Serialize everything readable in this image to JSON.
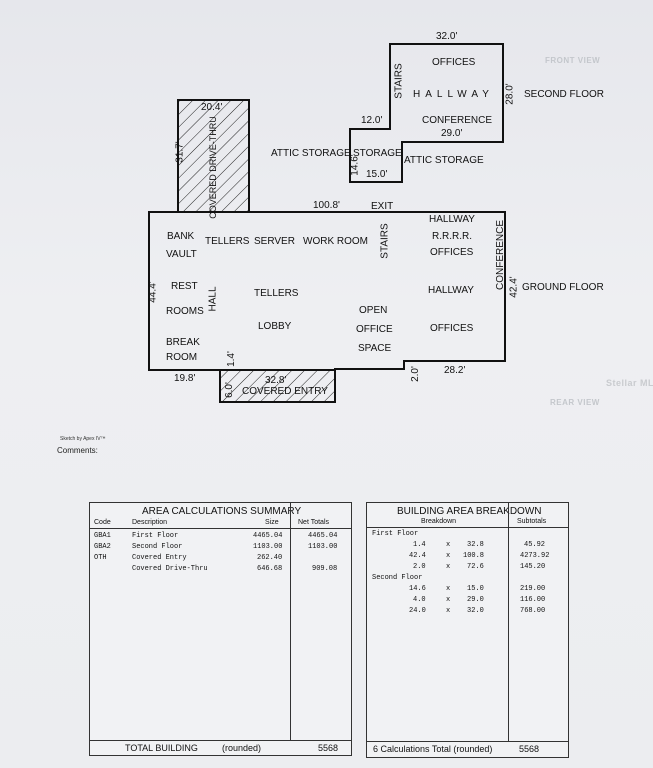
{
  "watermarks": {
    "top_right": "FRONT VIEW",
    "right_mid": "Stellar MLS",
    "bottom_right": "REAR VIEW"
  },
  "sketch": {
    "second_floor": {
      "dim_top": "32.0'",
      "offices": "OFFICES",
      "stairs": "STAIRS",
      "hallway": "HALLWAY",
      "dim_right": "28.0'",
      "floor_label": "SECOND FLOOR",
      "dim_step": "12.0'",
      "conference": "CONFERENCE",
      "dim_29": "29.0'",
      "attic_left": "ATTIC STORAGE",
      "storage": "STORAGE",
      "attic_right": "ATTIC STORAGE",
      "dim_146": "14.6'",
      "dim_15": "15.0'"
    },
    "drive_thru": {
      "dim_top": "20.4'",
      "dim_side": "31.7'",
      "label": "COVERED DRIVE-THRU"
    },
    "ground_floor": {
      "dim_top": "100.8'",
      "exit": "EXIT",
      "hallway_top": "HALLWAY",
      "rrrr": "R.R.R.R.",
      "offices_top": "OFFICES",
      "conference": "CONFERENCE",
      "bank": "BANK",
      "vault": "VAULT",
      "tellers_top": "TELLERS",
      "server": "SERVER",
      "work_room": "WORK ROOM",
      "stairs": "STAIRS",
      "dim_left": "44.4'",
      "rest": "REST",
      "rooms": "ROOMS",
      "hall": "HALL",
      "tellers_mid": "TELLERS",
      "hallway_right": "HALLWAY",
      "dim_right": "42.4'",
      "floor_label": "GROUND FLOOR",
      "open": "OPEN",
      "office": "OFFICE",
      "space": "SPACE",
      "lobby": "LOBBY",
      "offices_bottom": "OFFICES",
      "break": "BREAK",
      "room": "ROOM",
      "dim_14": "1.4'",
      "dim_198": "19.8'",
      "dim_20": "2.0'",
      "dim_282": "28.2'"
    },
    "covered_entry": {
      "dim_328": "32.8'",
      "dim_60": "6.0'",
      "label": "COVERED ENTRY"
    },
    "credit": "Sketch by Apex IV™",
    "comments": "Comments:"
  },
  "area_summary": {
    "title": "AREA CALCULATIONS SUMMARY",
    "headers": {
      "code": "Code",
      "description": "Description",
      "size": "Size",
      "net_totals": "Net Totals"
    },
    "rows": [
      {
        "code": "GBA1",
        "description": "First Floor",
        "size": "4465.04",
        "net": "4465.04"
      },
      {
        "code": "GBA2",
        "description": "Second Floor",
        "size": "1103.00",
        "net": "1103.00"
      },
      {
        "code": "OTH",
        "description": "Covered Entry",
        "size": "262.40",
        "net": ""
      },
      {
        "code": "",
        "description": "Covered Drive-Thru",
        "size": "646.68",
        "net": "909.08"
      }
    ],
    "footer_label": "TOTAL BUILDING",
    "footer_rounded": "(rounded)",
    "footer_value": "5568"
  },
  "breakdown": {
    "title": "BUILDING AREA BREAKDOWN",
    "headers": {
      "breakdown": "Breakdown",
      "subtotals": "Subtotals"
    },
    "rows": [
      {
        "label": "First Floor",
        "a": "",
        "x": "",
        "b": "",
        "sub": ""
      },
      {
        "label": "",
        "a": "1.4",
        "x": "x",
        "b": "32.8",
        "sub": "45.92"
      },
      {
        "label": "",
        "a": "42.4",
        "x": "x",
        "b": "100.8",
        "sub": "4273.92"
      },
      {
        "label": "",
        "a": "2.0",
        "x": "x",
        "b": "72.6",
        "sub": "145.20"
      },
      {
        "label": "Second Floor",
        "a": "",
        "x": "",
        "b": "",
        "sub": ""
      },
      {
        "label": "",
        "a": "14.6",
        "x": "x",
        "b": "15.0",
        "sub": "219.00"
      },
      {
        "label": "",
        "a": "4.0",
        "x": "x",
        "b": "29.0",
        "sub": "116.00"
      },
      {
        "label": "",
        "a": "24.0",
        "x": "x",
        "b": "32.0",
        "sub": "768.00"
      }
    ],
    "footer_label": "6 Calculations Total (rounded)",
    "footer_value": "5568"
  }
}
